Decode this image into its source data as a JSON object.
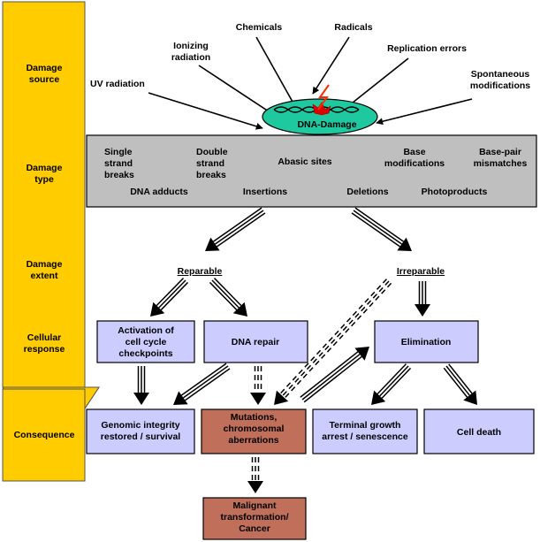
{
  "stages": {
    "source": [
      "Damage",
      "source"
    ],
    "type": [
      "Damage",
      "type"
    ],
    "extent": [
      "Damage",
      "extent"
    ],
    "response": [
      "Cellular",
      "response"
    ],
    "consequence": [
      "Consequence"
    ]
  },
  "sources": {
    "uv": [
      "UV radiation"
    ],
    "ionizing": [
      "Ionizing",
      "radiation"
    ],
    "chemicals": [
      "Chemicals"
    ],
    "radicals": [
      "Radicals"
    ],
    "replication": [
      "Replication errors"
    ],
    "spontaneous": [
      "Spontaneous",
      "modifications"
    ]
  },
  "dna_damage_label": "DNA-Damage",
  "damage_types": {
    "single": [
      "Single",
      "strand",
      "breaks"
    ],
    "double": [
      "Double",
      "strand",
      "breaks"
    ],
    "abasic": [
      "Abasic sites"
    ],
    "base_mod": [
      "Base",
      "modifications"
    ],
    "mismatch": [
      "Base-pair",
      "mismatches"
    ],
    "adducts": [
      "DNA adducts"
    ],
    "insertions": [
      "Insertions"
    ],
    "deletions": [
      "Deletions"
    ],
    "photoproducts": [
      "Photoproducts"
    ]
  },
  "extent": {
    "reparable": "Reparable",
    "irreparable": "Irreparable"
  },
  "responses": {
    "checkpoints": [
      "Activation of",
      "cell cycle",
      "checkpoints"
    ],
    "repair": [
      "DNA repair"
    ],
    "elimination": [
      "Elimination"
    ]
  },
  "consequences": {
    "genomic": [
      "Genomic integrity",
      "restored / survival"
    ],
    "mutations": [
      "Mutations,",
      "chromosomal",
      "aberrations"
    ],
    "terminal": [
      "Terminal growth",
      "arrest / senescence"
    ],
    "death": [
      "Cell death"
    ],
    "malignant": [
      "Malignant",
      "transformation/",
      "Cancer"
    ]
  },
  "colors": {
    "stage_arrow": "#FFCC00",
    "type_box": "#BFBFBF",
    "response_box": "#CCCCFF",
    "bad_box": "#C0705A",
    "ellipse": "#1FC9A0",
    "lightning": "#FF2A00",
    "dna_cut": "#E00000"
  }
}
